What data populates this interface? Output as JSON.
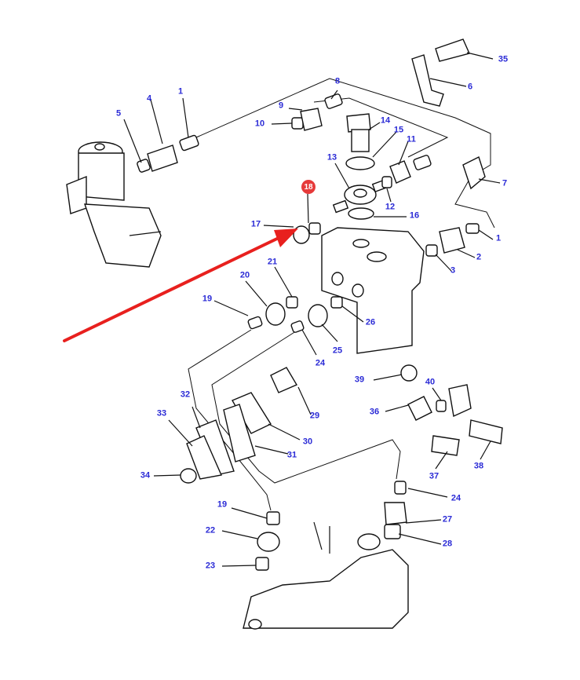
{
  "diagram": {
    "type": "exploded-parts-diagram",
    "subject": "fuel lift pump, fuel filter and injection pump connections",
    "label_color": "#2b2bd6",
    "highlight_color": "#e63a3a",
    "highlighted_part": "18",
    "arrow_color": "#e8201e",
    "callouts": [
      {
        "id": "c1a",
        "text": "1"
      },
      {
        "id": "c4",
        "text": "4"
      },
      {
        "id": "c5",
        "text": "5"
      },
      {
        "id": "c8",
        "text": "8"
      },
      {
        "id": "c9",
        "text": "9"
      },
      {
        "id": "c10",
        "text": "10"
      },
      {
        "id": "c35",
        "text": "35"
      },
      {
        "id": "c6",
        "text": "6"
      },
      {
        "id": "c14",
        "text": "14"
      },
      {
        "id": "c15",
        "text": "15"
      },
      {
        "id": "c13",
        "text": "13"
      },
      {
        "id": "c11",
        "text": "11"
      },
      {
        "id": "c7",
        "text": "7"
      },
      {
        "id": "c12",
        "text": "12"
      },
      {
        "id": "c16",
        "text": "16"
      },
      {
        "id": "c17",
        "text": "17"
      },
      {
        "id": "c1b",
        "text": "1"
      },
      {
        "id": "c2",
        "text": "2"
      },
      {
        "id": "c3",
        "text": "3"
      },
      {
        "id": "c21",
        "text": "21"
      },
      {
        "id": "c20",
        "text": "20"
      },
      {
        "id": "c19a",
        "text": "19"
      },
      {
        "id": "c26",
        "text": "26"
      },
      {
        "id": "c25",
        "text": "25"
      },
      {
        "id": "c24a",
        "text": "24"
      },
      {
        "id": "c39",
        "text": "39"
      },
      {
        "id": "c40",
        "text": "40"
      },
      {
        "id": "c36",
        "text": "36"
      },
      {
        "id": "c29",
        "text": "29"
      },
      {
        "id": "c32",
        "text": "32"
      },
      {
        "id": "c33",
        "text": "33"
      },
      {
        "id": "c30",
        "text": "30"
      },
      {
        "id": "c31",
        "text": "31"
      },
      {
        "id": "c34",
        "text": "34"
      },
      {
        "id": "c37",
        "text": "37"
      },
      {
        "id": "c38",
        "text": "38"
      },
      {
        "id": "c24b",
        "text": "24"
      },
      {
        "id": "c19b",
        "text": "19"
      },
      {
        "id": "c27",
        "text": "27"
      },
      {
        "id": "c22",
        "text": "22"
      },
      {
        "id": "c28",
        "text": "28"
      },
      {
        "id": "c23",
        "text": "23"
      }
    ],
    "marker_text": "18"
  }
}
